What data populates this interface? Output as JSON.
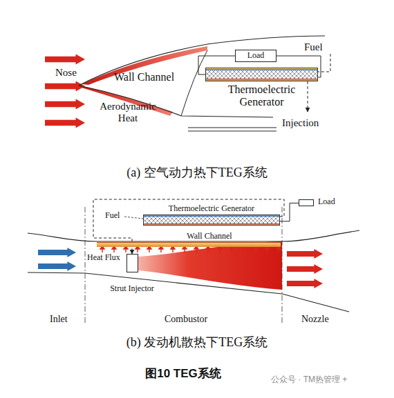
{
  "diagram": {
    "caption": "图10 TEG系统",
    "nodes": [
      {
        "text": [
          "Load"
        ]
      },
      {
        "text": [
          "Thermoelectric Generator"
        ]
      },
      {
        "text": [
          "Thermoelectric Generator"
        ]
      },
      {
        "text": [
          "Load"
        ]
      },
      {
        "text": [
          "Wall Channel"
        ]
      },
      {
        "text": [
          "Strut Injector"
        ]
      }
    ],
    "edges": [
      {
        "from": 0,
        "to": 1,
        "arrow": "none"
      },
      {
        "from": 2,
        "to": 3,
        "arrow": "none"
      },
      {
        "from": 2,
        "to": 5,
        "arrow": "to"
      }
    ],
    "labels": [
      "Nose",
      "Wall Channel",
      "Aerodynamic Heat",
      "Fuel",
      "Injection",
      "Fuel",
      "Heat Flux",
      "Inlet",
      "Combustor",
      "Nozzle",
      "(a) 空气动力热下TEG系统",
      "(b) 发动机散热下TEG系统",
      "公众号 · TM热管理 +"
    ]
  }
}
